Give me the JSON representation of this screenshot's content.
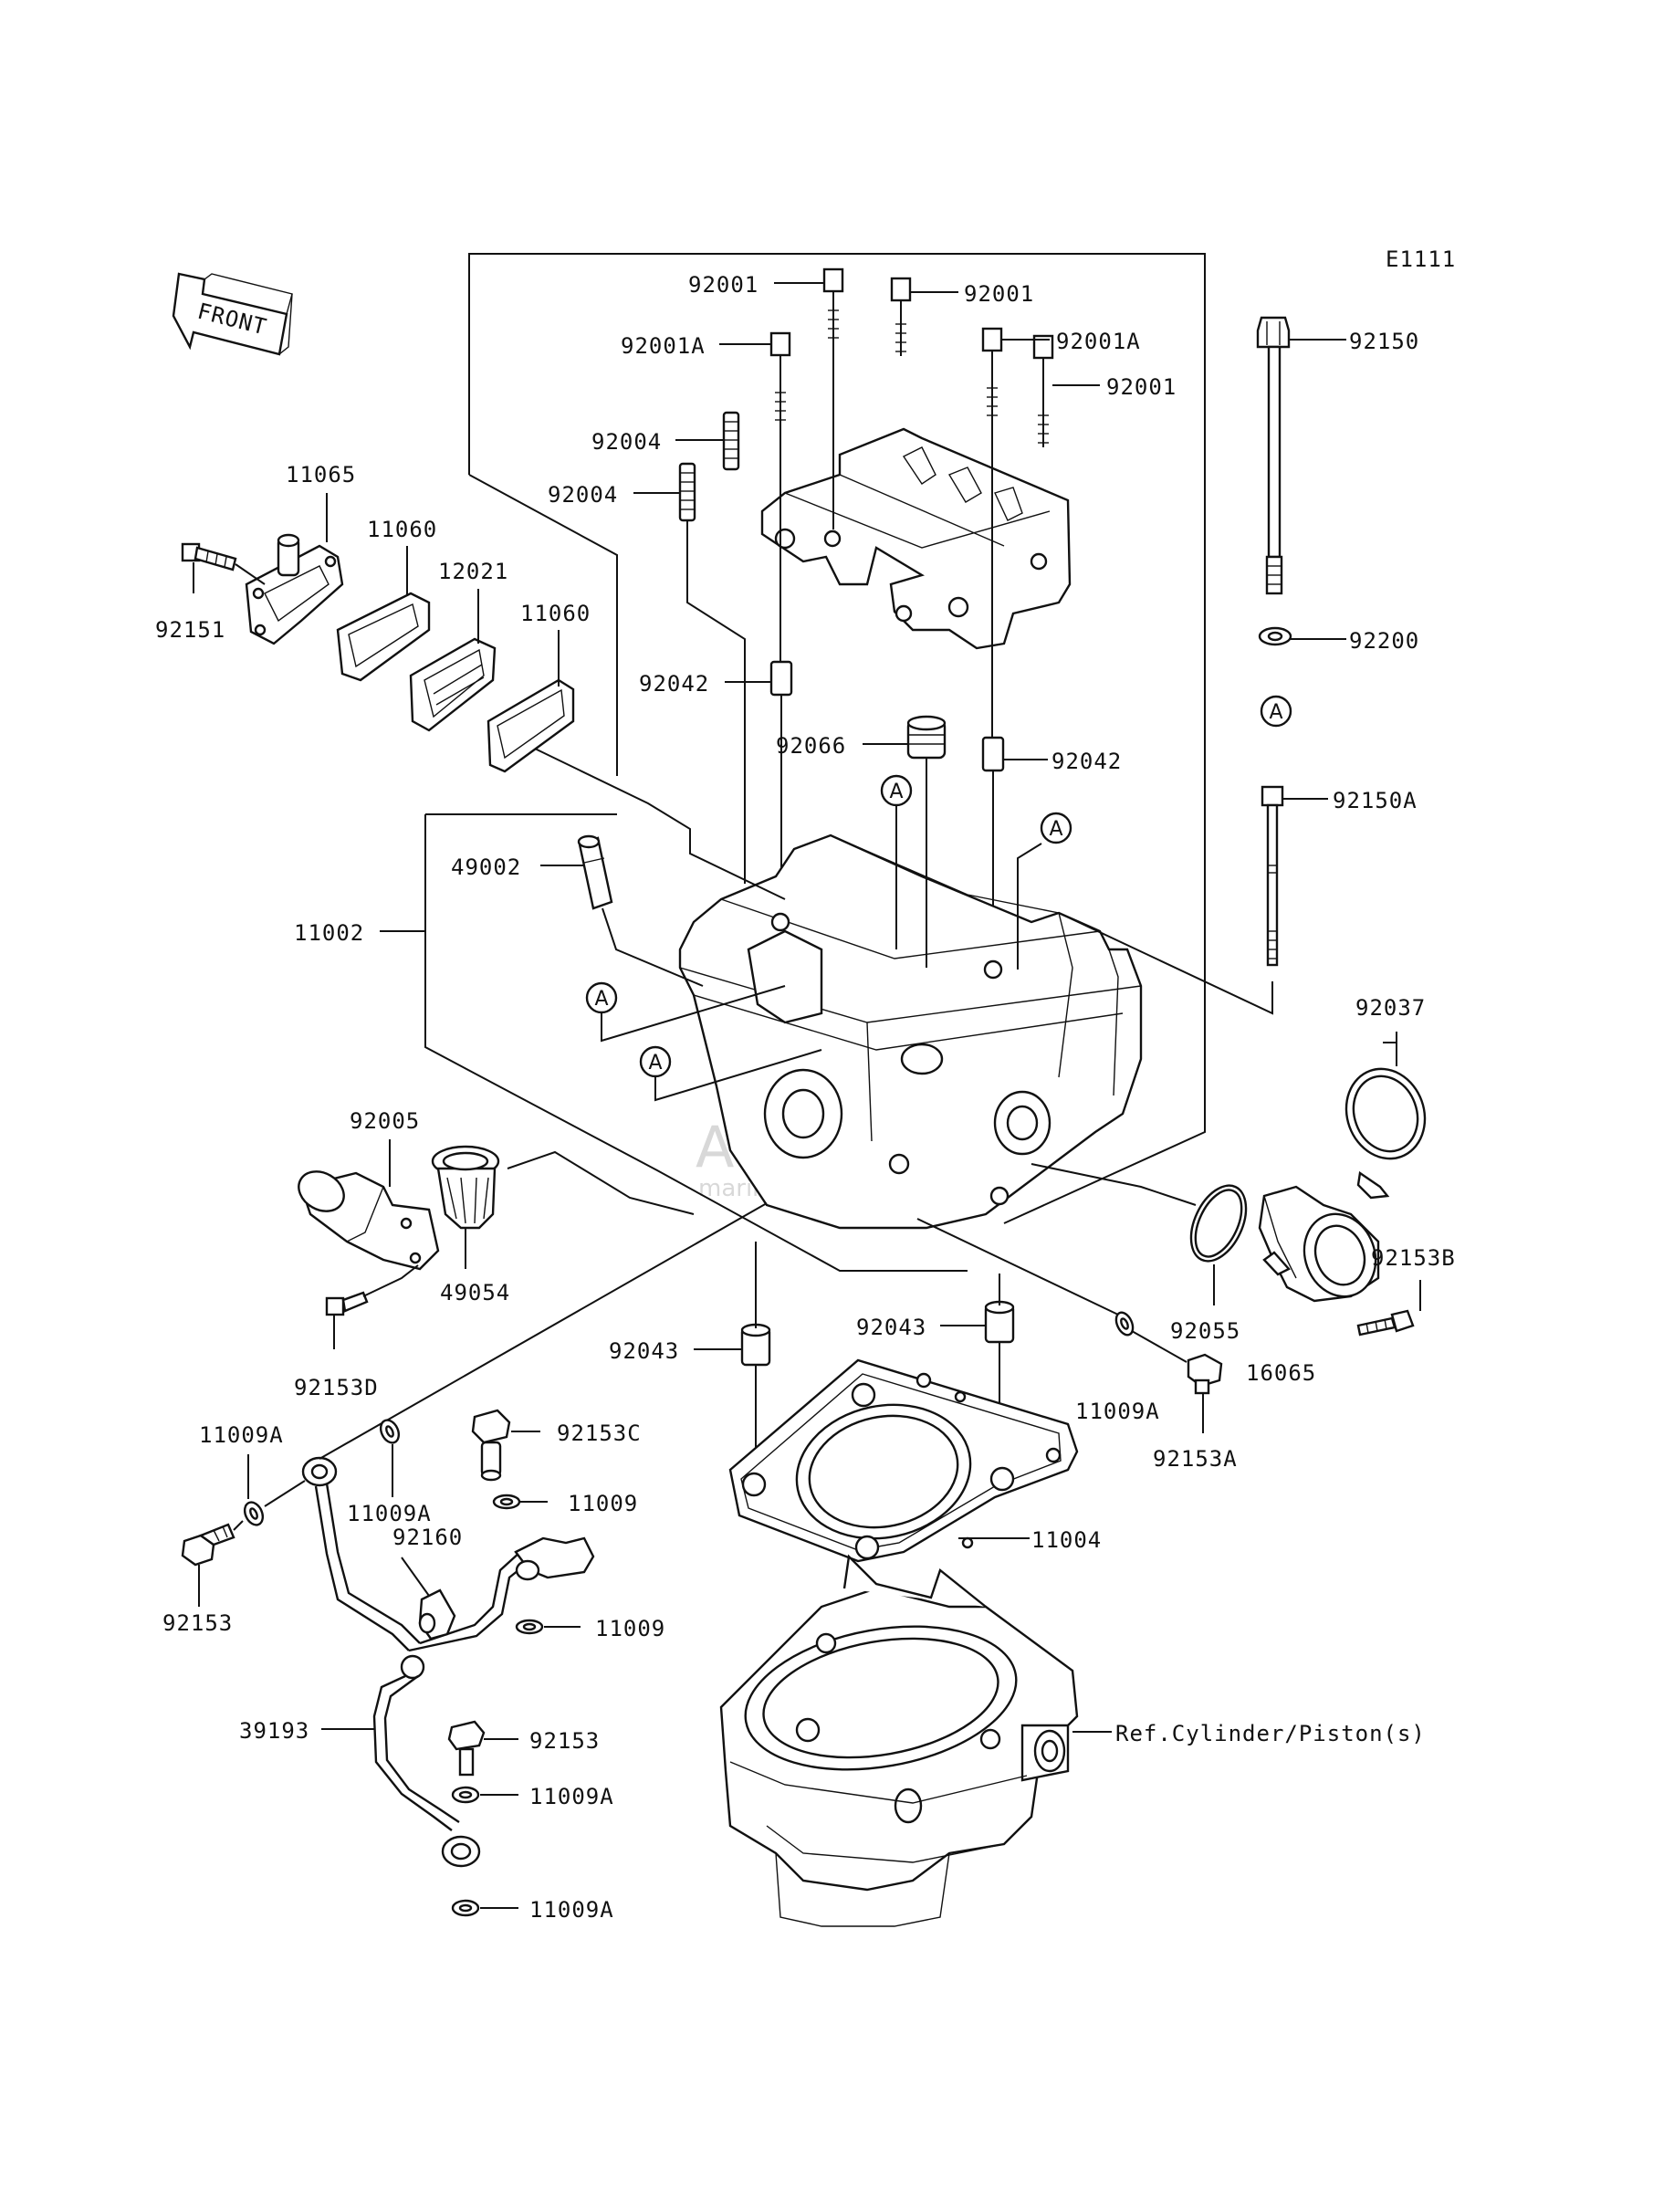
{
  "diagram_code": "E1111",
  "front_label": "FRONT",
  "ref_note": "Ref.Cylinder/Piston(s)",
  "circle_marker": "A",
  "watermark": {
    "brand": "ARMADA",
    "sub": "marine outboards",
    "logo_color": "#e23a8a"
  },
  "parts": {
    "p92001_a": "92001",
    "p92001_b": "92001",
    "p92001A_a": "92001A",
    "p92001A_b": "92001A",
    "p92001_c": "92001",
    "p92004_a": "92004",
    "p92004_b": "92004",
    "p92150": "92150",
    "p92200": "92200",
    "p92150A": "92150A",
    "p11065": "11065",
    "p11060_a": "11060",
    "p12021": "12021",
    "p11060_b": "11060",
    "p92151": "92151",
    "p92042_a": "92042",
    "p92066": "92066",
    "p92042_b": "92042",
    "p49002": "49002",
    "p11002": "11002",
    "p92037": "92037",
    "p92005": "92005",
    "p49054": "49054",
    "p92153B": "92153B",
    "p92055": "92055",
    "p16065": "16065",
    "p92153D": "92153D",
    "p92043_a": "92043",
    "p92043_b": "92043",
    "p11009A_r": "11009A",
    "p92153A": "92153A",
    "p11009A_a": "11009A",
    "p11009A_b": "11009A",
    "p92153C": "92153C",
    "p11009_a": "11009",
    "p92160": "92160",
    "p11009_b": "11009",
    "p92153_a": "92153",
    "p11004": "11004",
    "p39193": "39193",
    "p92153_b": "92153",
    "p11009A_c": "11009A",
    "p11009A_d": "11009A"
  }
}
